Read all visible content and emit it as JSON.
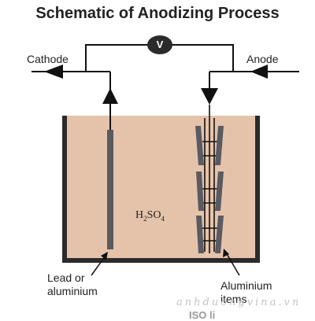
{
  "title": "Schematic of Anodizing Process",
  "labels": {
    "cathode": "Cathode",
    "anode": "Anode",
    "voltmeter": "V",
    "electrolyte": "H2SO4",
    "lead_or_aluminium": "Lead or\naluminium",
    "aluminium_items": "Aluminium\nitems"
  },
  "electrolyte_formula": {
    "base1": "H",
    "sub1": "2",
    "base2": "SO",
    "sub2": "4"
  },
  "watermark": {
    "site": "anhduongvina.vn",
    "partial": "ISO li"
  },
  "colors": {
    "tank_fill": "#e5c3ab",
    "tank_border": "#2b2b2b",
    "electrode": "#5a5a62",
    "wire": "#111111",
    "text": "#222222"
  }
}
